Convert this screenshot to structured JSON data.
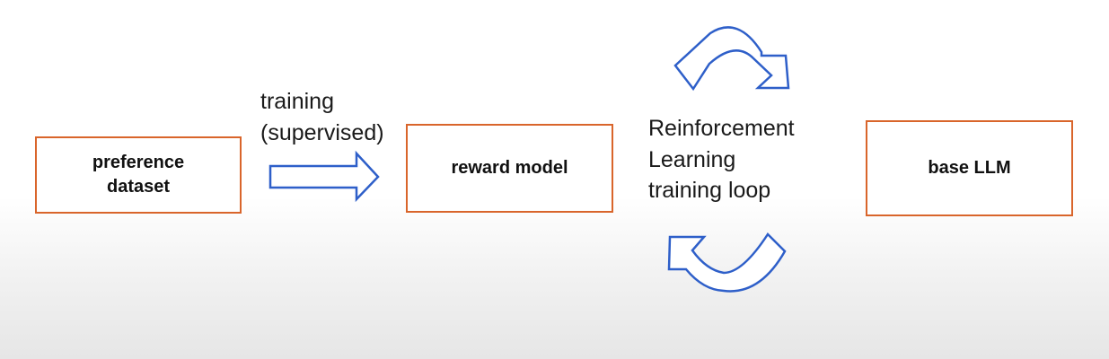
{
  "nodes": {
    "preference_dataset": {
      "line1": "preference",
      "line2": "dataset"
    },
    "reward_model": {
      "label": "reward model"
    },
    "base_llm": {
      "label": "base LLM"
    }
  },
  "edges": {
    "training": {
      "line1": "training",
      "line2": "(supervised)"
    }
  },
  "loop": {
    "line1": "Reinforcement",
    "line2": "Learning",
    "line3": "training loop"
  },
  "colors": {
    "box_border": "#d9652b",
    "arrow_stroke": "#2e5fc9",
    "text": "#1a1a1a"
  }
}
